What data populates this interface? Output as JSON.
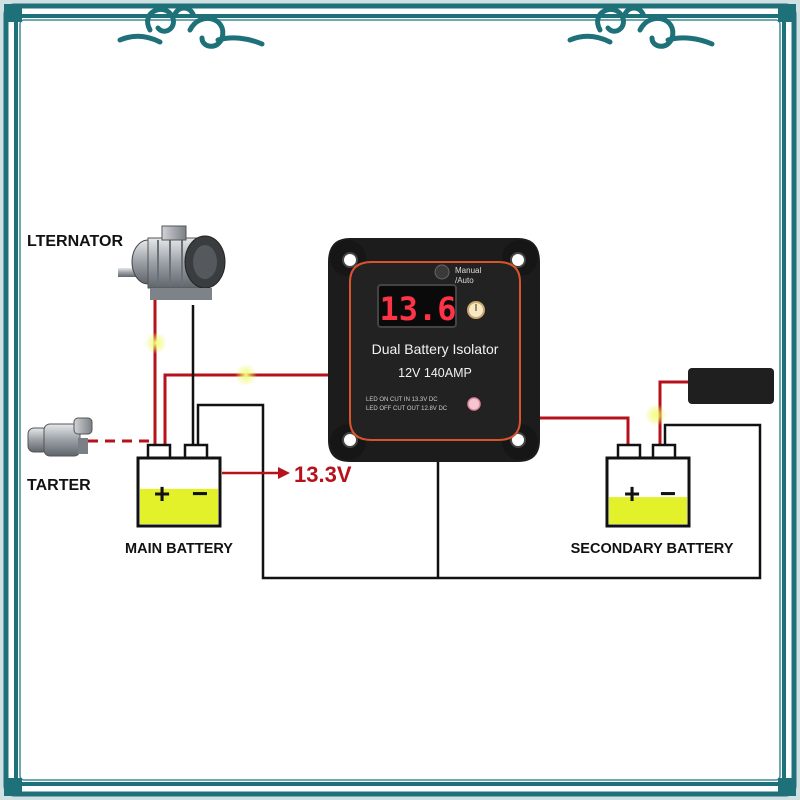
{
  "diagram": {
    "components": {
      "alternator_label": "LTERNATOR",
      "starter_label": "TARTER",
      "main_battery_label": "MAIN BATTERY",
      "secondary_battery_label": "SECONDARY BATTERY",
      "main_battery_voltage": "13.3V",
      "battery_plus": "+",
      "battery_minus": "−"
    },
    "isolator": {
      "display_value": "13.6",
      "manual_label": "Manual",
      "auto_label": "/Auto",
      "title": "Dual Battery Isolator",
      "rating": "12V  140AMP",
      "led_on_text": "LED ON CUT IN 13.3V DC",
      "led_off_text": "LED OFF CUT OUT 12.8V DC"
    },
    "levels": {
      "main_battery_fill": 0.55,
      "secondary_battery_fill": 0.42
    },
    "colors": {
      "frame_teal": "#1e7079",
      "positive_wire": "#b5121b",
      "negative_wire": "#111111",
      "battery_fill": "#e3f12a",
      "junction_glow": "#eaf55a",
      "voltage_text": "#b5121b",
      "isolator_body": "#1c1c1c",
      "isolator_trim": "#d9542b",
      "display_digits": "#ff3347"
    }
  }
}
